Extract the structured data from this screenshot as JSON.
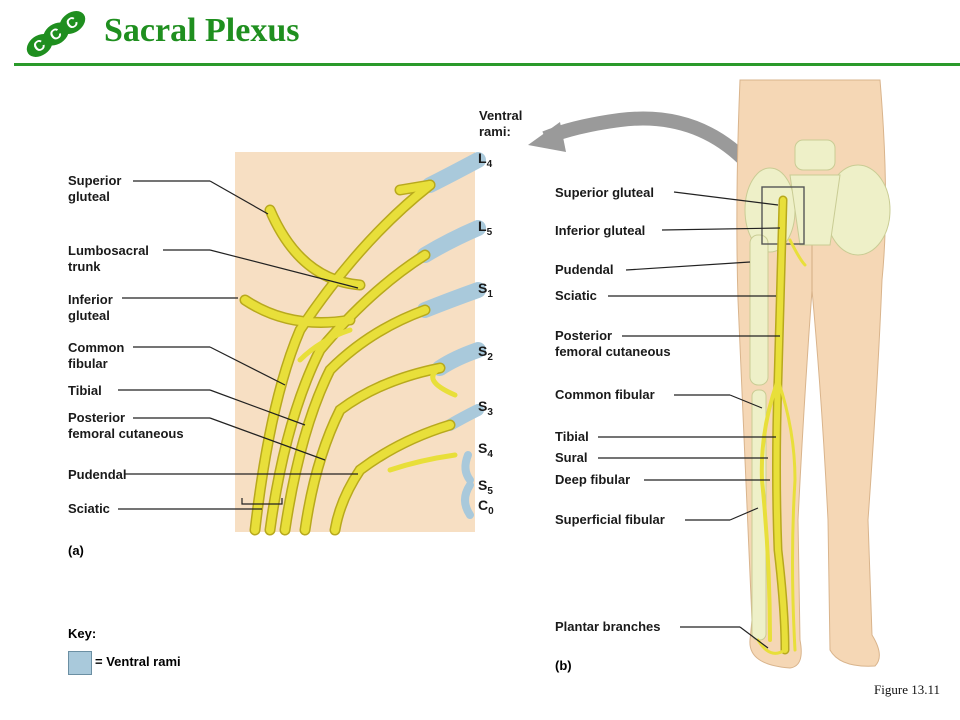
{
  "header": {
    "title": "Sacral Plexus"
  },
  "panel_a": {
    "tag": "(a)",
    "labels": [
      "Superior\ngluteal",
      "Lumbosacral\ntrunk",
      "Inferior\ngluteal",
      "Common\nfibular",
      "Tibial",
      "Posterior\nfemoral cutaneous",
      "Pudendal",
      "Sciatic"
    ],
    "ventral_rami_heading": "Ventral\nrami:",
    "roots": [
      {
        "base": "L",
        "sub": "4"
      },
      {
        "base": "L",
        "sub": "5"
      },
      {
        "base": "S",
        "sub": "1"
      },
      {
        "base": "S",
        "sub": "2"
      },
      {
        "base": "S",
        "sub": "3"
      },
      {
        "base": "S",
        "sub": "4"
      },
      {
        "base": "S",
        "sub": "5"
      },
      {
        "base": "C",
        "sub": "0"
      }
    ]
  },
  "panel_b": {
    "tag": "(b)",
    "labels": [
      "Superior gluteal",
      "Inferior gluteal",
      "Pudendal",
      "Sciatic",
      "Posterior\nfemoral cutaneous",
      "Common fibular",
      "Tibial",
      "Sural",
      "Deep fibular",
      "Superficial fibular",
      "Plantar branches"
    ]
  },
  "key": {
    "title": "Key:",
    "entry": "= Ventral rami"
  },
  "caption": "Figure 13.11",
  "colors": {
    "title": "#1f8f1f",
    "nerve": "#e8df3a",
    "nerve_outline": "#b8a91d",
    "ventral_rami": "#a9c9db",
    "panel_bg": "#f7dfc3",
    "skin": "#f5d7b5",
    "bone": "#eef0c8"
  }
}
